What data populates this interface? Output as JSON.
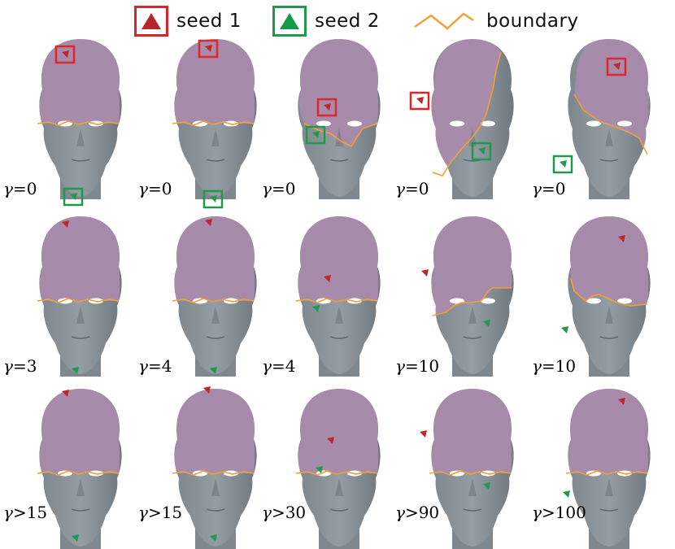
{
  "legend": {
    "seed1": {
      "label": "seed 1",
      "color": "#c0272d"
    },
    "seed2": {
      "label": "seed 2",
      "color": "#1e9a4a"
    },
    "boundary": {
      "label": "boundary",
      "color": "#f2a035"
    }
  },
  "colors": {
    "skin": "#949da4",
    "region": "#a88bab",
    "boundary": "#f2a035",
    "seed1": "#c0272d",
    "seed2": "#1e9a4a"
  },
  "gamma_symbol": "γ",
  "rows": [
    [
      {
        "gamma": "=0"
      },
      {
        "gamma": "=0"
      },
      {
        "gamma": "=0"
      },
      {
        "gamma": "=0"
      },
      {
        "gamma": "=0"
      }
    ],
    [
      {
        "gamma": "=3"
      },
      {
        "gamma": "=4"
      },
      {
        "gamma": "=4"
      },
      {
        "gamma": "=10"
      },
      {
        "gamma": "=10"
      }
    ],
    [
      {
        "gamma": ">15"
      },
      {
        "gamma": ">15"
      },
      {
        "gamma": ">30"
      },
      {
        "gamma": ">90"
      },
      {
        "gamma": ">100"
      }
    ]
  ]
}
